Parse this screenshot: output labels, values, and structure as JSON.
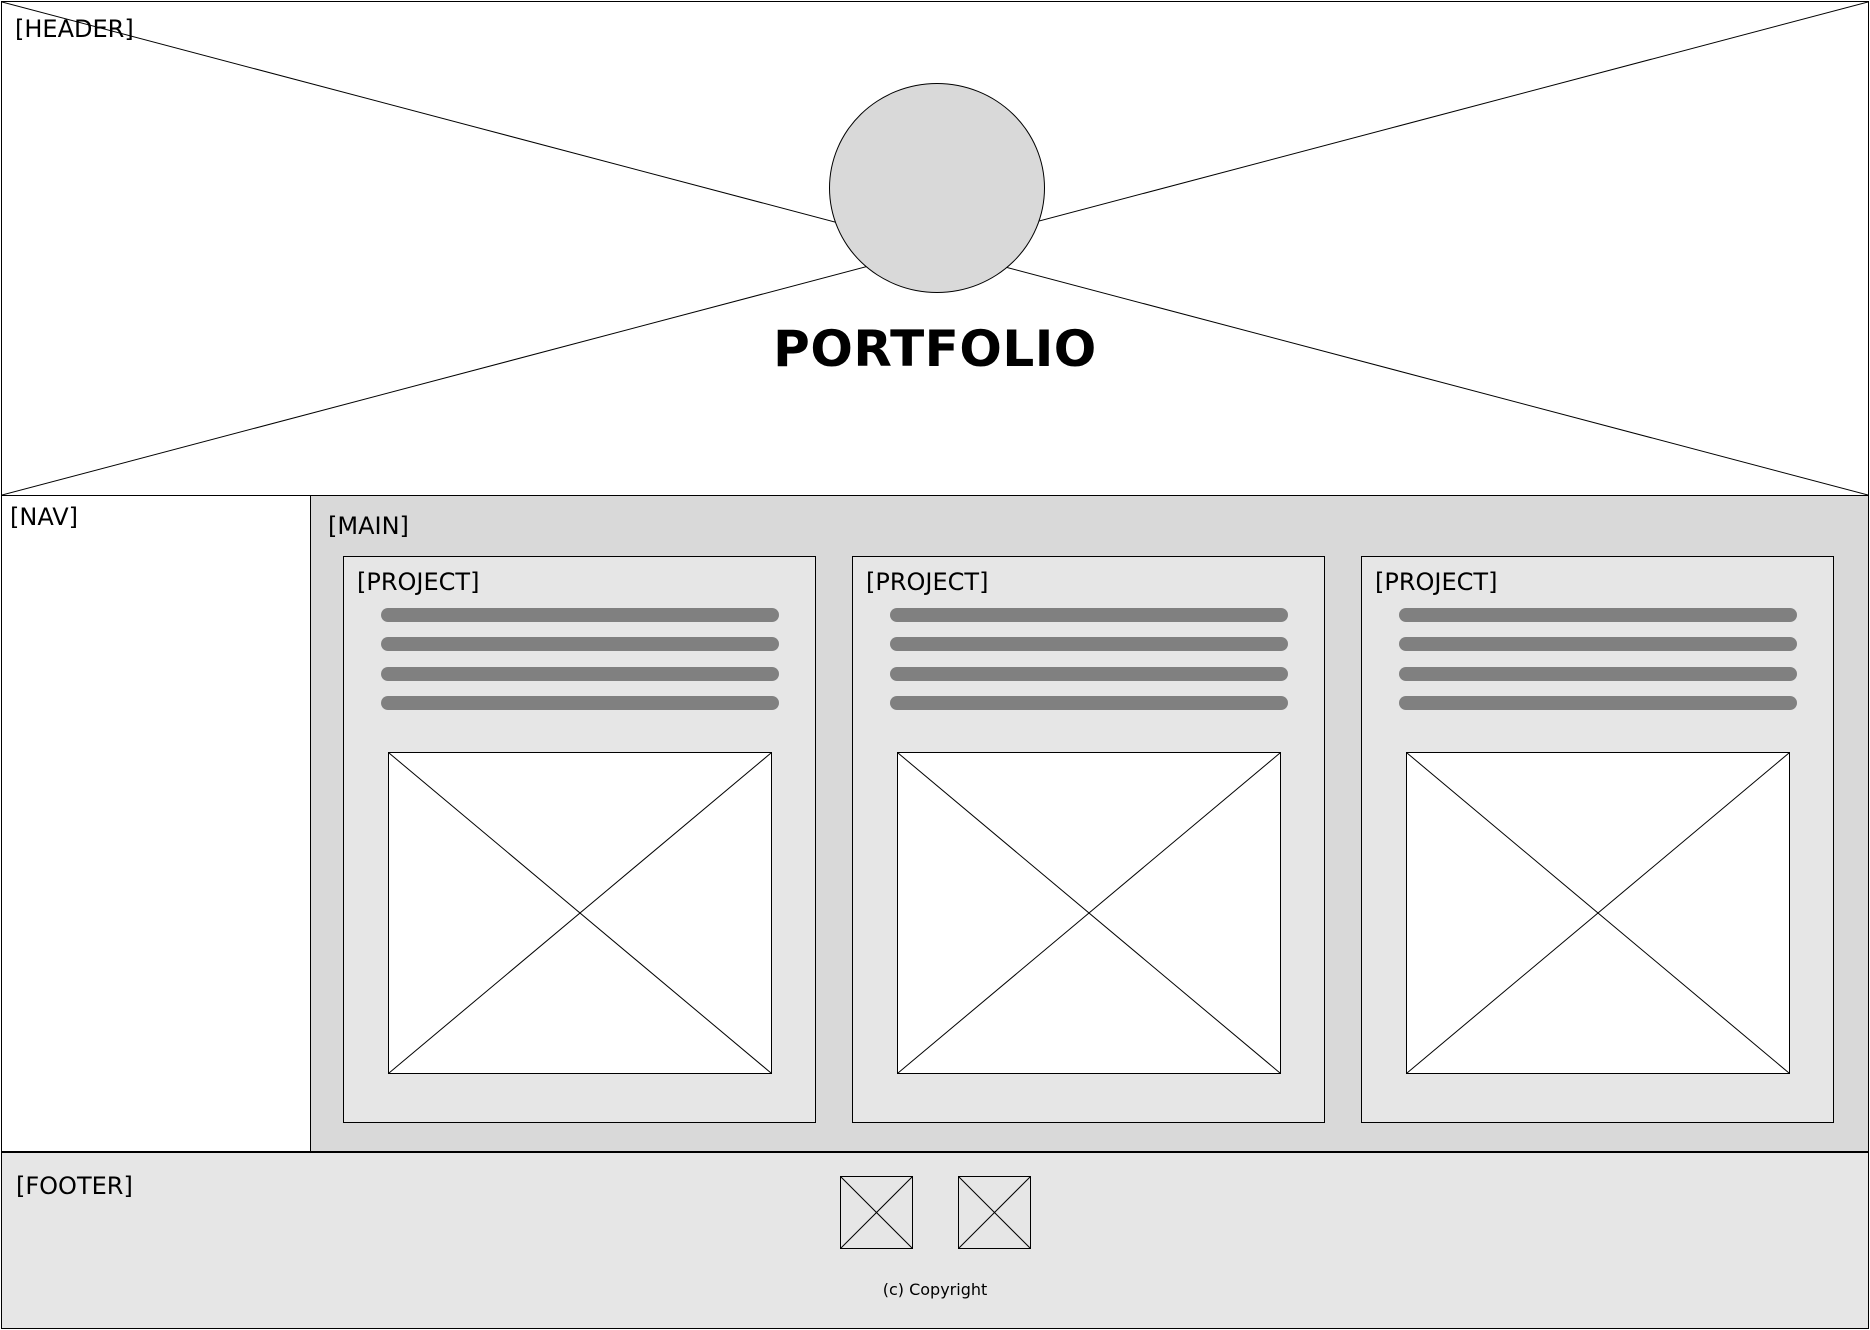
{
  "header": {
    "label": "[HEADER]",
    "title": "PORTFOLIO",
    "avatar_color": "#d9d9d9"
  },
  "nav": {
    "label": "[NAV]"
  },
  "main": {
    "label": "[MAIN]",
    "background": "#d9d9d9",
    "projects": [
      {
        "label": "[PROJECT]",
        "text_line_count": 4
      },
      {
        "label": "[PROJECT]",
        "text_line_count": 4
      },
      {
        "label": "[PROJECT]",
        "text_line_count": 4
      }
    ]
  },
  "footer": {
    "label": "[FOOTER]",
    "icons": [
      "image-placeholder-icon",
      "image-placeholder-icon"
    ],
    "copyright": "(c) Copyright",
    "background": "#e6e6e6"
  },
  "colors": {
    "placeholder_bar": "#808080",
    "project_bg": "#e6e6e6"
  }
}
